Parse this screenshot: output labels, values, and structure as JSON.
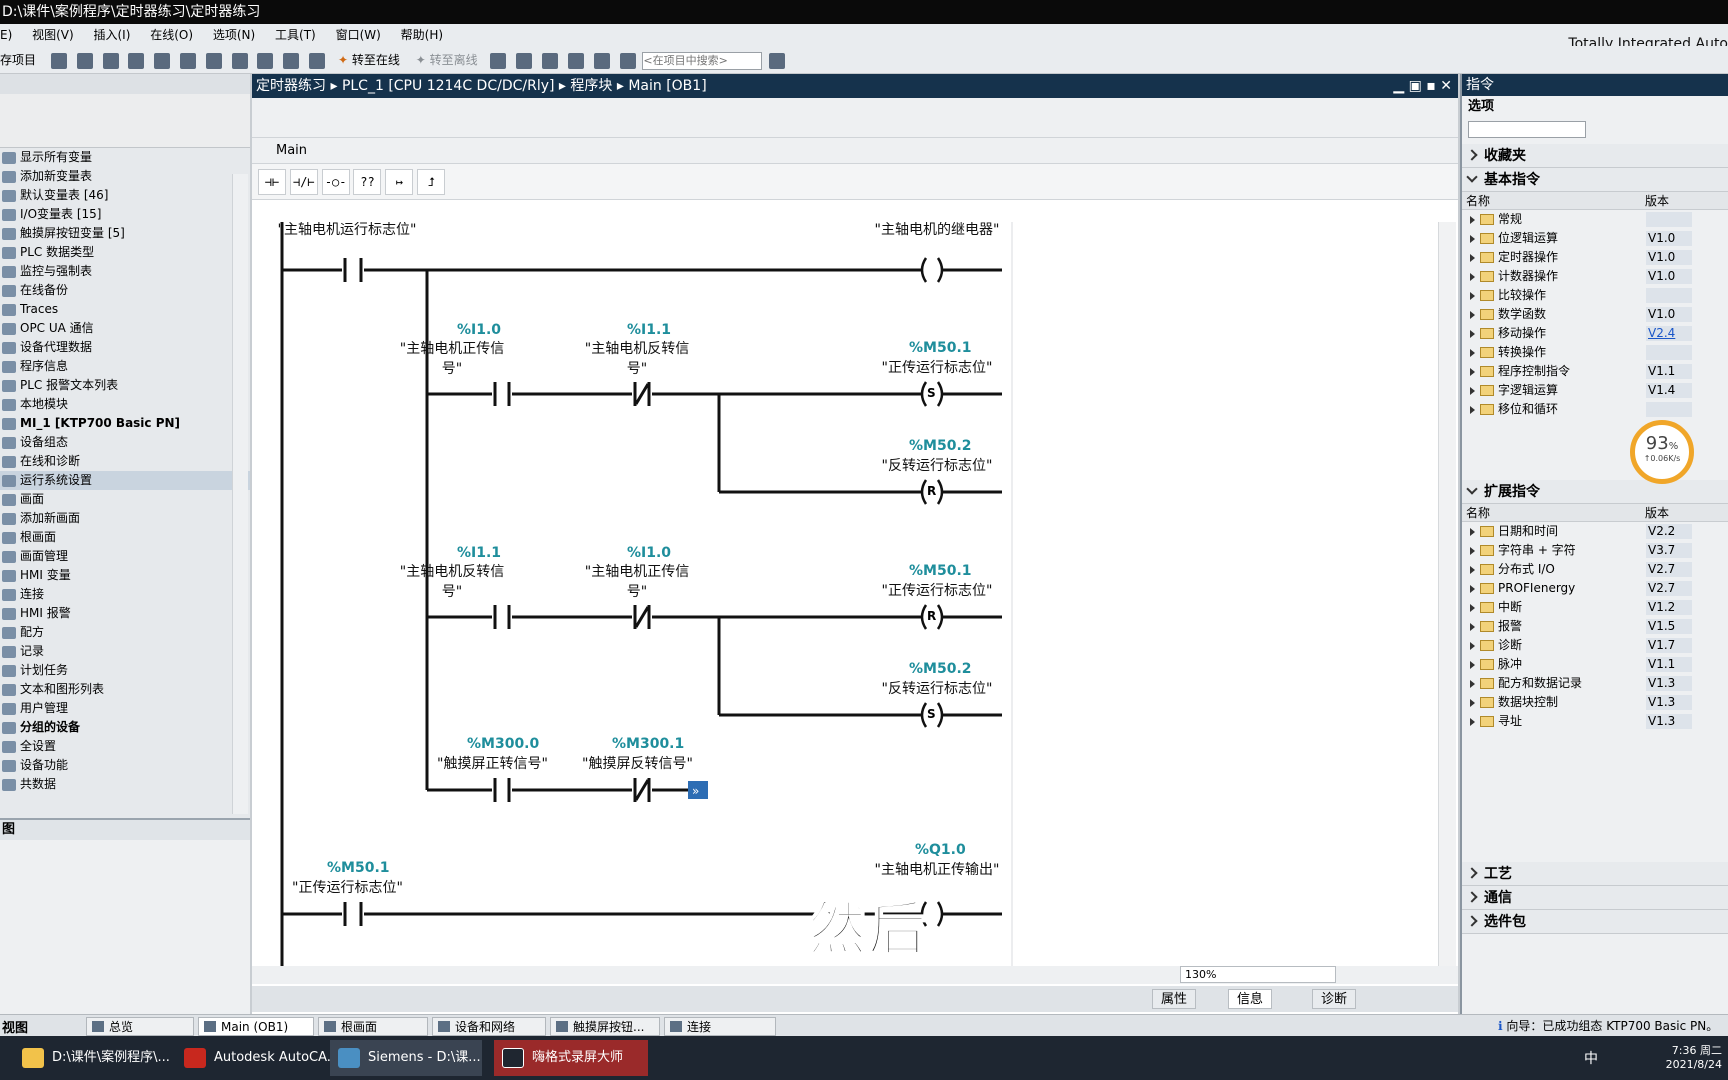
{
  "window": {
    "title": "D:\\课件\\案例程序\\定时器练习\\定时器练习",
    "brand": "Totally Integrated Auto"
  },
  "menu": [
    "E)",
    "视图(V)",
    "插入(I)",
    "在线(O)",
    "选项(N)",
    "工具(T)",
    "窗口(W)",
    "帮助(H)"
  ],
  "toolbar": {
    "save_label": "存项目",
    "go_online": "转至在线",
    "go_offline": "转至离线",
    "search_placeholder": "<在项目中搜索>"
  },
  "project_tree": {
    "items": [
      {
        "label": "显示所有变量",
        "icon": "tag-table-icon"
      },
      {
        "label": "添加新变量表",
        "icon": "add-table-icon"
      },
      {
        "label": "默认变量表 [46]",
        "icon": "tag-table-icon"
      },
      {
        "label": "I/O变量表 [15]",
        "icon": "tag-table-icon"
      },
      {
        "label": "触摸屏按钮变量 [5]",
        "icon": "tag-table-icon"
      },
      {
        "label": "PLC 数据类型",
        "icon": "folder-icon"
      },
      {
        "label": "监控与强制表",
        "icon": "folder-icon"
      },
      {
        "label": "在线备份",
        "icon": "folder-icon"
      },
      {
        "label": "Traces",
        "icon": "folder-icon"
      },
      {
        "label": "OPC UA 通信",
        "icon": "folder-icon"
      },
      {
        "label": "设备代理数据",
        "icon": "folder-icon"
      },
      {
        "label": "程序信息",
        "icon": "folder-icon"
      },
      {
        "label": "PLC 报警文本列表",
        "icon": "folder-icon"
      },
      {
        "label": "本地模块",
        "icon": "folder-icon"
      },
      {
        "label": "MI_1 [KTP700 Basic PN]",
        "icon": "hmi-icon",
        "bold": true
      },
      {
        "label": "设备组态",
        "icon": "device-icon"
      },
      {
        "label": "在线和诊断",
        "icon": "diag-icon"
      },
      {
        "label": "运行系统设置",
        "icon": "settings-icon",
        "selected": true
      },
      {
        "label": "画面",
        "icon": "folder-icon"
      },
      {
        "label": "添加新画面",
        "icon": "add-screen-icon"
      },
      {
        "label": "根画面",
        "icon": "screen-icon"
      },
      {
        "label": "画面管理",
        "icon": "folder-icon"
      },
      {
        "label": "HMI 变量",
        "icon": "folder-icon"
      },
      {
        "label": "连接",
        "icon": "connection-icon"
      },
      {
        "label": "HMI 报警",
        "icon": "alarm-icon"
      },
      {
        "label": "配方",
        "icon": "recipe-icon"
      },
      {
        "label": "记录",
        "icon": "log-icon"
      },
      {
        "label": "计划任务",
        "icon": "task-icon"
      },
      {
        "label": "文本和图形列表",
        "icon": "list-icon"
      },
      {
        "label": "用户管理",
        "icon": "user-icon"
      },
      {
        "label": "分组的设备",
        "icon": "folder-icon",
        "bold": true
      },
      {
        "label": "全设置",
        "icon": "settings-icon"
      },
      {
        "label": "设备功能",
        "icon": "folder-icon"
      },
      {
        "label": "共数据",
        "icon": "folder-icon"
      }
    ],
    "detail_title": "图"
  },
  "editor": {
    "breadcrumb": [
      "定时器练习",
      "PLC_1 [CPU 1214C DC/DC/Rly]",
      "程序块",
      "Main [OB1]"
    ],
    "tab": "Main",
    "ladder_buttons": [
      "⊣⊢",
      "⊣/⊢",
      "-○-",
      "??",
      "↦",
      "⮥"
    ],
    "zoom": "130%",
    "network": {
      "top_contact_label": "\"主轴电机运行标志位\"",
      "top_coil_label": "\"主轴电机的继电器\"",
      "branch1": {
        "c1_addr": "%I1.0",
        "c1_name": "\"主轴电机正传信号\"",
        "c2_addr": "%I1.1",
        "c2_name": "\"主轴电机反转信号\"",
        "coil1_addr": "%M50.1",
        "coil1_name": "\"正传运行标志位\"",
        "coil1_type": "S",
        "coil2_addr": "%M50.2",
        "coil2_name": "\"反转运行标志位\"",
        "coil2_type": "R"
      },
      "branch2": {
        "c1_addr": "%I1.1",
        "c1_name": "\"主轴电机反转信号\"",
        "c2_addr": "%I1.0",
        "c2_name": "\"主轴电机正传信号\"",
        "coil1_addr": "%M50.1",
        "coil1_name": "\"正传运行标志位\"",
        "coil1_type": "R",
        "coil2_addr": "%M50.2",
        "coil2_name": "\"反转运行标志位\"",
        "coil2_type": "S"
      },
      "branch3": {
        "c1_addr": "%M300.0",
        "c1_name": "\"触摸屏正转信号\"",
        "c2_addr": "%M300.1",
        "c2_name": "\"触摸屏反转信号\""
      },
      "net2": {
        "c_addr": "%M50.1",
        "c_name": "\"正传运行标志位\"",
        "coil_addr": "%Q1.0",
        "coil_name": "\"主轴电机正传输出\""
      }
    },
    "status_tabs": [
      "属性",
      "信息",
      "诊断"
    ]
  },
  "caption": "然后",
  "instructions": {
    "title": "指令",
    "options": "选项",
    "favorites": "收藏夹",
    "basic": "基本指令",
    "col_name": "名称",
    "col_version": "版本",
    "basic_items": [
      {
        "name": "常规",
        "version": ""
      },
      {
        "name": "位逻辑运算",
        "version": "V1.0"
      },
      {
        "name": "定时器操作",
        "version": "V1.0"
      },
      {
        "name": "计数器操作",
        "version": "V1.0"
      },
      {
        "name": "比较操作",
        "version": ""
      },
      {
        "name": "数学函数",
        "version": "V1.0"
      },
      {
        "name": "移动操作",
        "version": "V2.4"
      },
      {
        "name": "转换操作",
        "version": ""
      },
      {
        "name": "程序控制指令",
        "version": "V1.1"
      },
      {
        "name": "字逻辑运算",
        "version": "V1.4"
      },
      {
        "name": "移位和循环",
        "version": ""
      }
    ],
    "extended": "扩展指令",
    "extended_items": [
      {
        "name": "日期和时间",
        "version": "V2.2"
      },
      {
        "name": "字符串 + 字符",
        "version": "V3.7"
      },
      {
        "name": "分布式 I/O",
        "version": "V2.7"
      },
      {
        "name": "PROFIenergy",
        "version": "V2.7"
      },
      {
        "name": "中断",
        "version": "V1.2"
      },
      {
        "name": "报警",
        "version": "V1.5"
      },
      {
        "name": "诊断",
        "version": "V1.7"
      },
      {
        "name": "脉冲",
        "version": "V1.1"
      },
      {
        "name": "配方和数据记录",
        "version": "V1.3"
      },
      {
        "name": "数据块控制",
        "version": "V1.3"
      },
      {
        "name": "寻址",
        "version": "V1.3"
      }
    ],
    "tech": "工艺",
    "comm": "通信",
    "options_pkg": "选件包",
    "badge_percent": "93",
    "badge_unit": "%",
    "badge_rate": "↑0.06K/s"
  },
  "bottom_tabs": {
    "portal": "视图",
    "tabs": [
      "总览",
      "Main (OB1)",
      "根画面",
      "设备和网络",
      "触摸屏按钮...",
      "连接"
    ],
    "status": "向导：已成功组态 KTP700 Basic PN。"
  },
  "taskbar": {
    "apps": [
      "D:\\课件\\案例程序\\...",
      "Autodesk AutoCA...",
      "Siemens - D:\\课...",
      "嗨格式录屏大师"
    ],
    "time": "7:36 周二",
    "date": "2021/8/24",
    "ime": "中"
  }
}
